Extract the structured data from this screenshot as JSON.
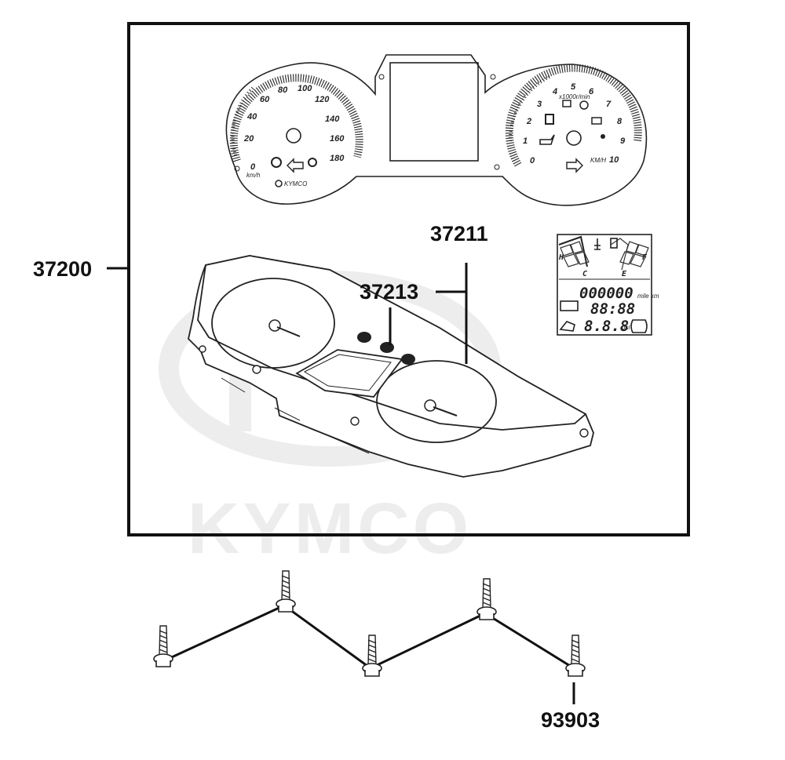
{
  "watermark": {
    "brand": "KYMCO"
  },
  "parts": {
    "assembly": {
      "number": "37200"
    },
    "panel": {
      "number": "37211"
    },
    "knob": {
      "number": "37213"
    },
    "screw": {
      "number": "93903"
    }
  },
  "speedometer": {
    "unit": "km/h",
    "scale": [
      "0",
      "20",
      "40",
      "60",
      "80",
      "100",
      "120",
      "140",
      "160",
      "180"
    ],
    "brand_mark": "KYMCO"
  },
  "tachometer": {
    "scale": [
      "0",
      "1",
      "2",
      "3",
      "4",
      "5",
      "6",
      "7",
      "8",
      "9",
      "10"
    ],
    "multiplier": "x1000r/min",
    "unit": "KM/H"
  },
  "lcd": {
    "temp_high": "H",
    "temp_low": "C",
    "fuel_full": "F",
    "fuel_empty": "E",
    "odometer": "000000",
    "clock": "88:88",
    "gear": "8.8.8",
    "odo_unit": "mile km",
    "psi": "psi"
  },
  "colors": {
    "line": "#222222",
    "watermark": "#ededed",
    "background": "#ffffff"
  }
}
